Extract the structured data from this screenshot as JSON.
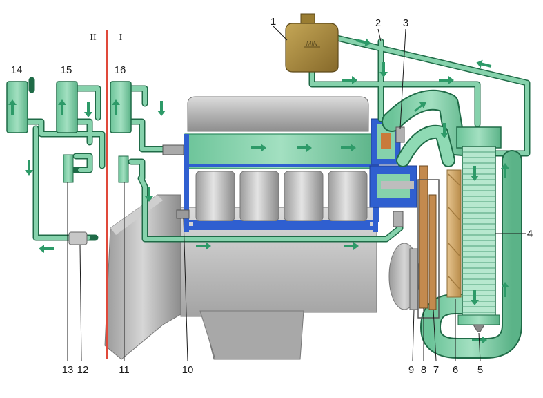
{
  "labels": {
    "l1": "1",
    "l2": "2",
    "l3": "3",
    "l4": "4",
    "l5": "5",
    "l6": "6",
    "l7": "7",
    "l8": "8",
    "l9": "9",
    "l10": "10",
    "l11": "11",
    "l12": "12",
    "l13": "13",
    "l14": "14",
    "l15": "15",
    "l16": "16"
  },
  "sections": {
    "left": "II",
    "right": "I"
  },
  "tank_text": "MIN",
  "colors": {
    "coolant": "#86d2ac",
    "coolant_dark": "#2d8a5e",
    "hose": "#3aa374",
    "block_blue": "#2f5fd0",
    "engine_grey": "#b8b8b8",
    "tank": "#a88a3c",
    "fan": "#d8b27a",
    "divider": "#e0493a"
  }
}
